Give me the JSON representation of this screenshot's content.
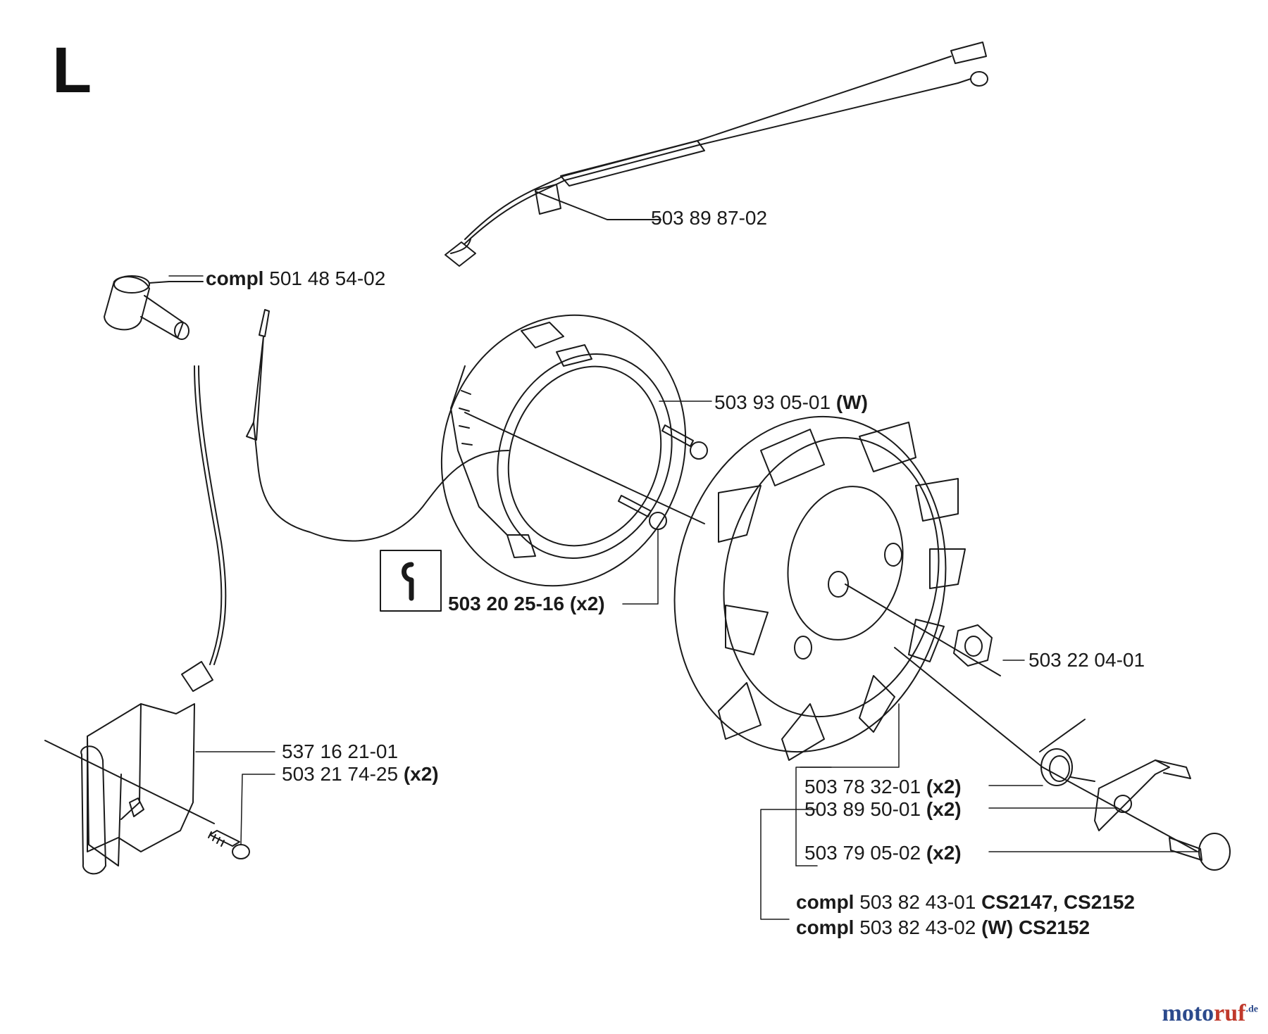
{
  "section": {
    "letter": "L"
  },
  "labels": {
    "cable_harness": {
      "part": "503 89 87-02"
    },
    "spark_cap": {
      "prefix": "compl",
      "part": "501 48 54-02"
    },
    "stator": {
      "part": "503 93 05-01",
      "suffix": "(W)"
    },
    "stator_screws": {
      "part": "503 20 25-16 (x2)"
    },
    "nut": {
      "part": "503 22 04-01"
    },
    "ignition_module": {
      "part": "537 16 21-01"
    },
    "module_screw": {
      "part": "503 21 74-25",
      "suffix": "(x2)"
    },
    "spring": {
      "part": "503 78 32-01",
      "suffix": "(x2)"
    },
    "pawl": {
      "part": "503 89 50-01",
      "suffix": "(x2)"
    },
    "pawl_pin": {
      "part": "503 79 05-02",
      "suffix": "(x2)"
    },
    "flywheel_1": {
      "prefix": "compl",
      "part": "503 82 43-01",
      "models": "CS2147, CS2152"
    },
    "flywheel_2": {
      "prefix": "compl",
      "part": "503 82 43-02",
      "suffix": "(W)",
      "models": "CS2152"
    }
  },
  "watermark": {
    "main": "moto",
    "accent": "ruf",
    "tld": ".de"
  },
  "colors": {
    "ink": "#1a1a1a",
    "watermark_blue": "#2c4a8c",
    "watermark_red": "#c0392b"
  }
}
